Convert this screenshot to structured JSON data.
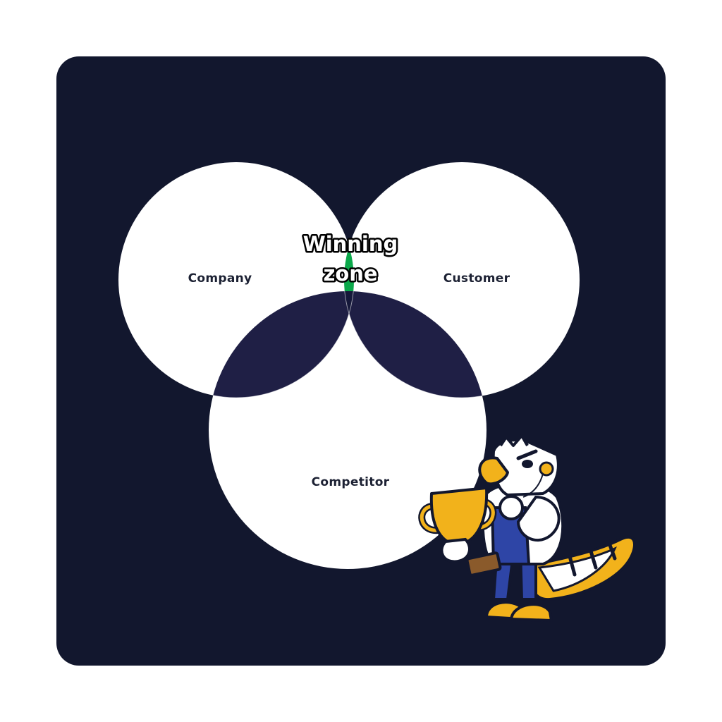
{
  "diagram": {
    "sets": [
      {
        "key": "company",
        "label": "Company"
      },
      {
        "key": "customer",
        "label": "Customer"
      },
      {
        "key": "competitor",
        "label": "Competitor"
      }
    ],
    "winning_zone": {
      "line1": "Winning",
      "line2": "zone",
      "description_sets": [
        "company",
        "customer"
      ]
    }
  },
  "mascot": {
    "icon": "eagle-mascot-holding-trophy-icon",
    "props": [
      "trophy-icon"
    ]
  },
  "colors": {
    "panel_bg": "#12172E",
    "circle_fill": "#FFFFFF",
    "overlap_dark": "#1F1F45",
    "triple_overlap": "#15183A",
    "winning_green": "#0BA84A",
    "label_text": "#1C2133",
    "zone_text": "#FFFFFF",
    "mascot_gold": "#F2B21B",
    "mascot_blue": "#2E45A6",
    "mascot_brown": "#8A5A2B"
  }
}
